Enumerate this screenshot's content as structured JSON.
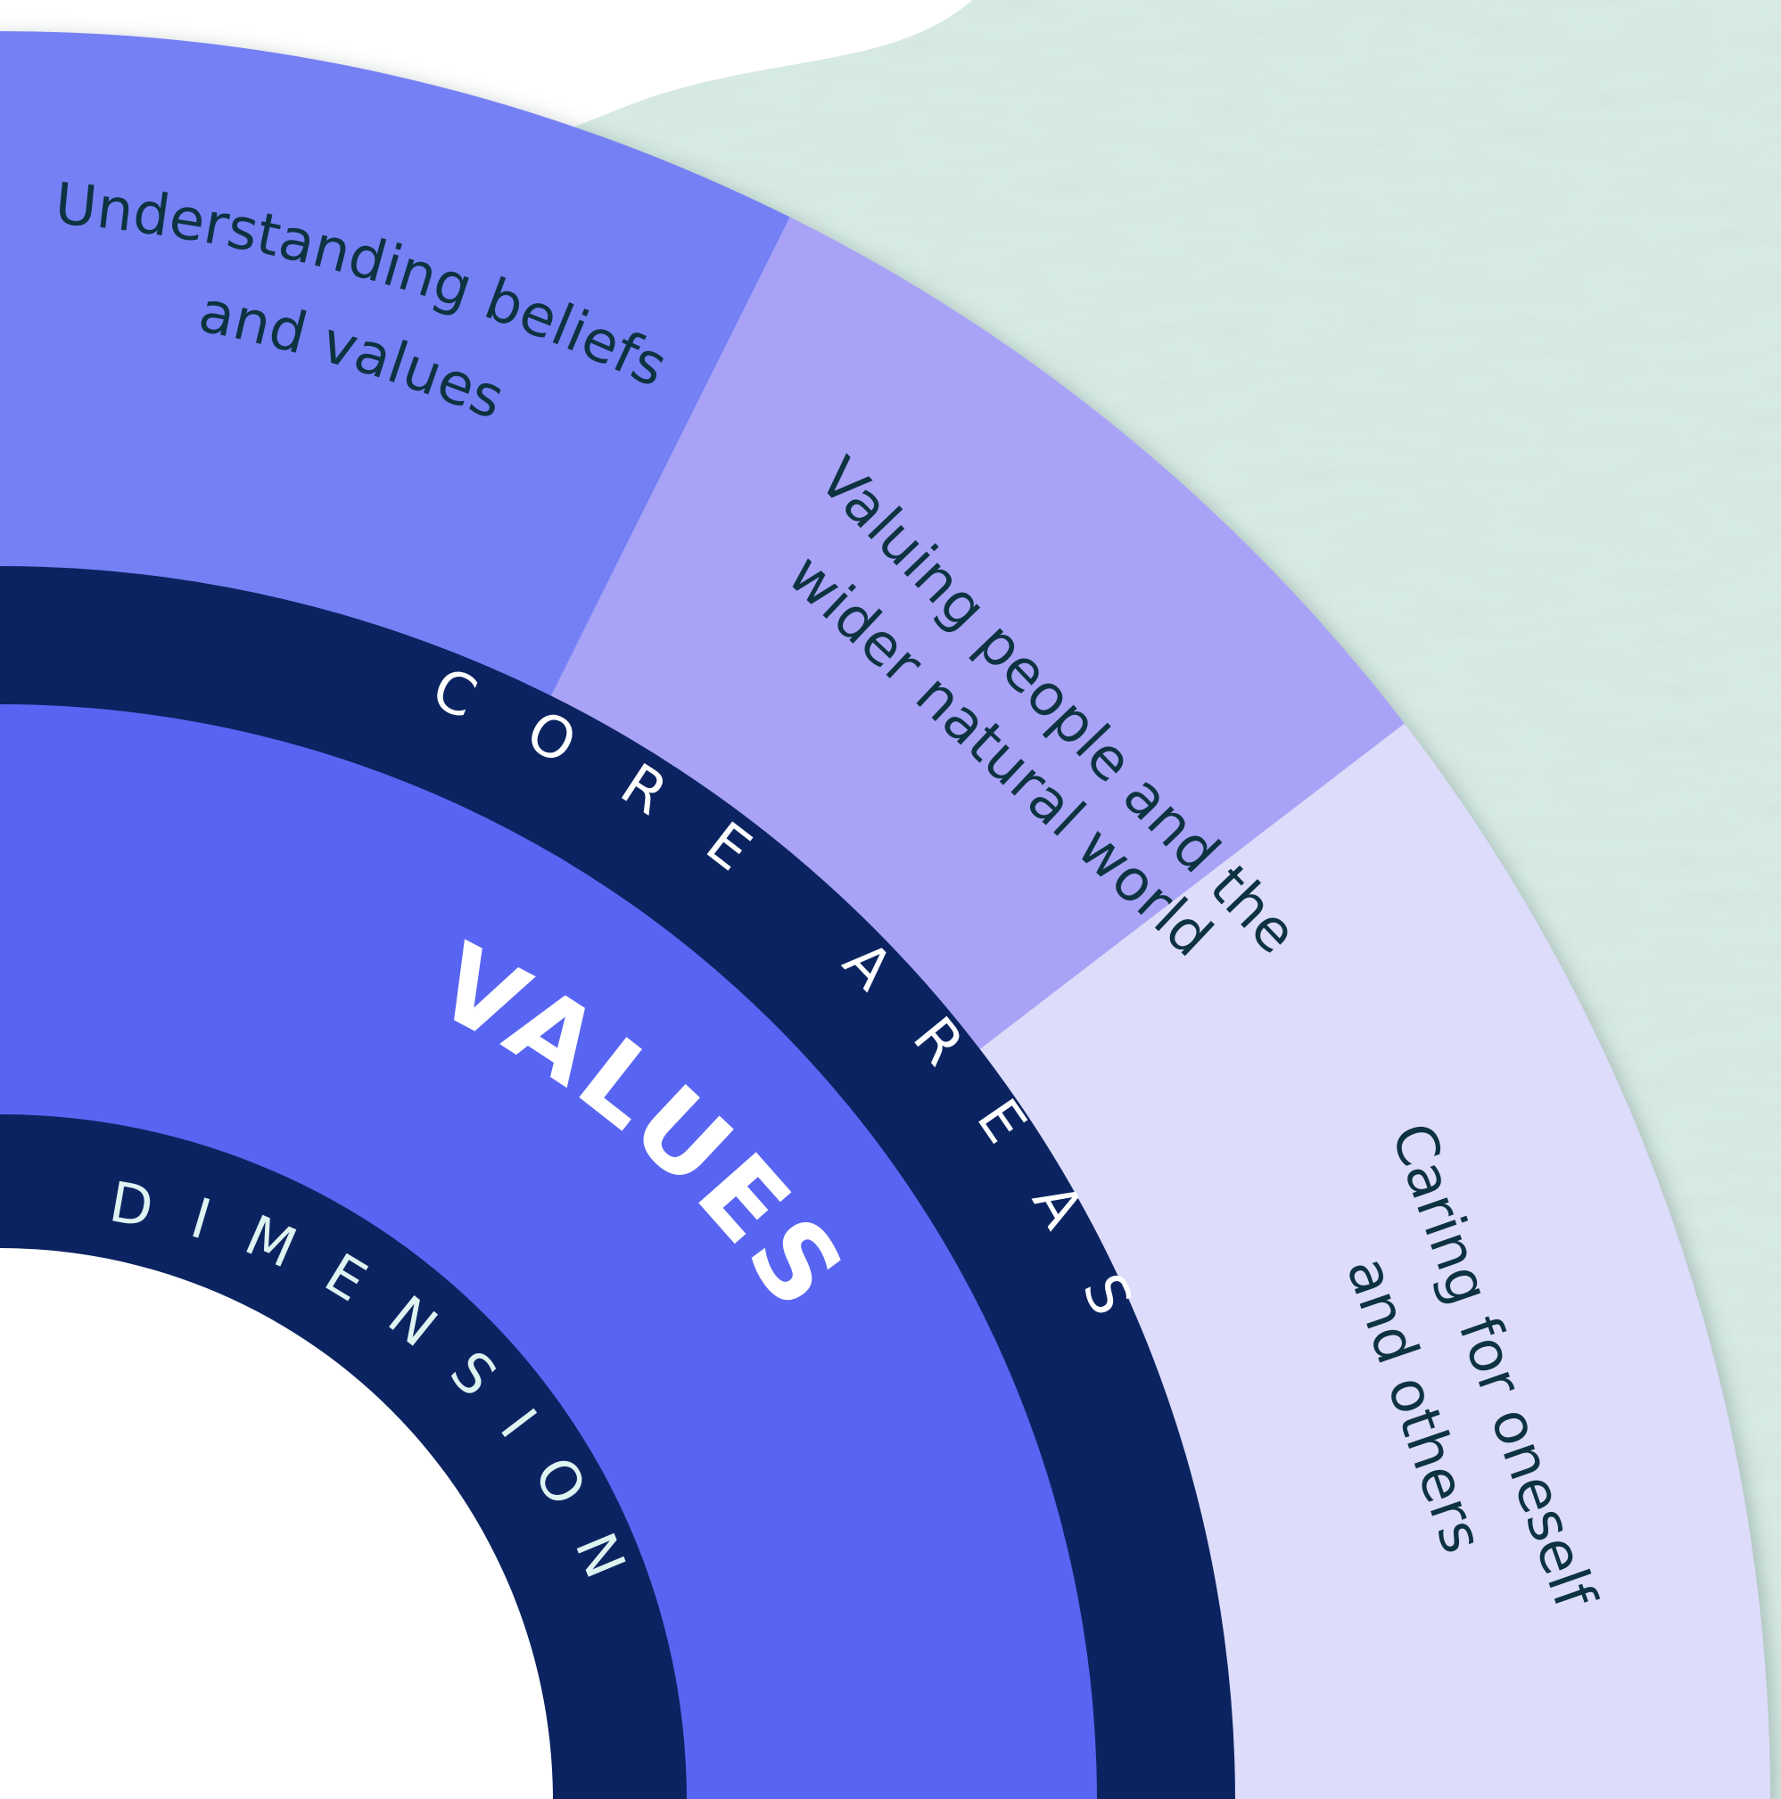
{
  "diagram": {
    "dimension_label": "DIMENSION",
    "dimension_title": "VALUES",
    "ring_label": "CORE AREAS",
    "core_areas": [
      {
        "lines": [
          "Understanding beliefs",
          "and values"
        ]
      },
      {
        "lines": [
          "Valuing people and the",
          "wider natural world"
        ]
      },
      {
        "lines": [
          "Caring for oneself",
          "and others"
        ]
      }
    ]
  },
  "colors": {
    "background_texture": "#d8ece6",
    "navy": "#0b2461",
    "values_ring": "#5865f2",
    "area_1": "#7680f5",
    "area_2": "#a8a3f7",
    "area_3": "#dddcfb",
    "area_text": "#0d3340",
    "light_text": "#dff3f1",
    "white": "#ffffff"
  }
}
